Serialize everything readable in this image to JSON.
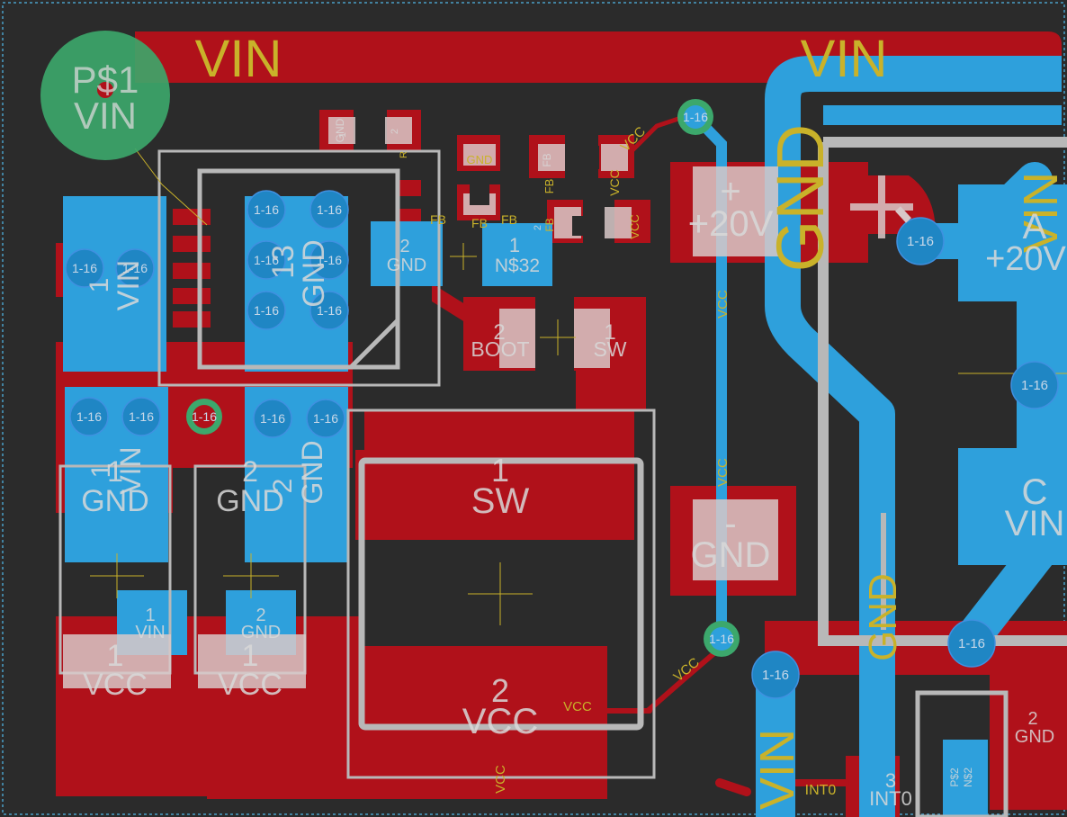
{
  "colors": {
    "background": "#2b2b2b",
    "top_copper": "#b0111a",
    "bottom_copper": "#2ea0dc",
    "silk_label": "#c9b22a",
    "silk_white": "#d8c8c8",
    "via_ring": "#3ca86c",
    "outline_grey": "#b8b8b8"
  },
  "net_labels": {
    "vin_top_left": "VIN",
    "vin_top_right": "VIN",
    "gnd_big_vertical": "GND",
    "vin_right_vertical": "VIN",
    "gnd_lower_vertical": "GND",
    "vin_bottom_vertical": "VIN",
    "vcc_trace_upper": "VCC",
    "vcc_trace_lower": "VCC",
    "vcc_diag_top": "VCC",
    "vcc_diag_bottom": "VCC",
    "vcc_horizontal": "VCC",
    "vcc_bottom_vertical": "VCC",
    "int0_trace": "INT0",
    "fb_a": "FB",
    "fb_b": "FB",
    "fb_c": "FB",
    "vcc_small_a": "VCC",
    "vcc_small_b": "VCC",
    "fb_small_a": "FB",
    "fb_small_b": "FB",
    "r_small": "R",
    "gnd_small": "GND"
  },
  "via_label": "1-16",
  "pad_p1": {
    "name": "P$1",
    "net": "VIN"
  },
  "pads": {
    "p2_gnd_num": "2",
    "p2_gnd_net": "GND",
    "n32_num": "1",
    "n32_net": "N$32",
    "boot_num": "2",
    "boot_net": "BOOT",
    "sw_small_num": "1",
    "sw_small_net": "SW",
    "sw_big_num": "1",
    "sw_big_net": "SW",
    "vcc_big_num": "2",
    "vcc_big_net": "VCC",
    "cap_plus_sign": "+",
    "cap_plus_net": "+20V",
    "cap_minus_sign": "-",
    "cap_minus_net": "GND",
    "ic_num": "13",
    "ic_net": "GND",
    "left_vin_num": "1",
    "left_vin_net": "VIN",
    "lower_vin_num": "1",
    "lower_vin_net": "VIN",
    "lower_gnd_num": "2",
    "lower_gnd_net": "GND",
    "c1_gnd_num": "1",
    "c1_gnd_net": "GND",
    "c2_gnd_num": "2",
    "c2_gnd_net": "GND",
    "res_vin_num": "1",
    "res_vin_net": "VIN",
    "res_gnd_num": "2",
    "res_gnd_net": "GND",
    "res_vcc1_num": "1",
    "res_vcc1_net": "VCC",
    "res_vcc2_num": "1",
    "res_vcc2_net": "VCC",
    "a_letter": "A",
    "a_net": "+20V",
    "c_letter": "C",
    "c_net": "VIN",
    "int0_num": "3",
    "int0_net": "INT0",
    "br_num": "2",
    "br_net": "GND",
    "ps2": "P$2",
    "ns2": "N$2",
    "gnd_small_num_a": "1",
    "gnd_small_num_b": "2",
    "small_gnd_net": "GND",
    "small_fb_num": "2",
    "small_fb_net": "FB"
  }
}
